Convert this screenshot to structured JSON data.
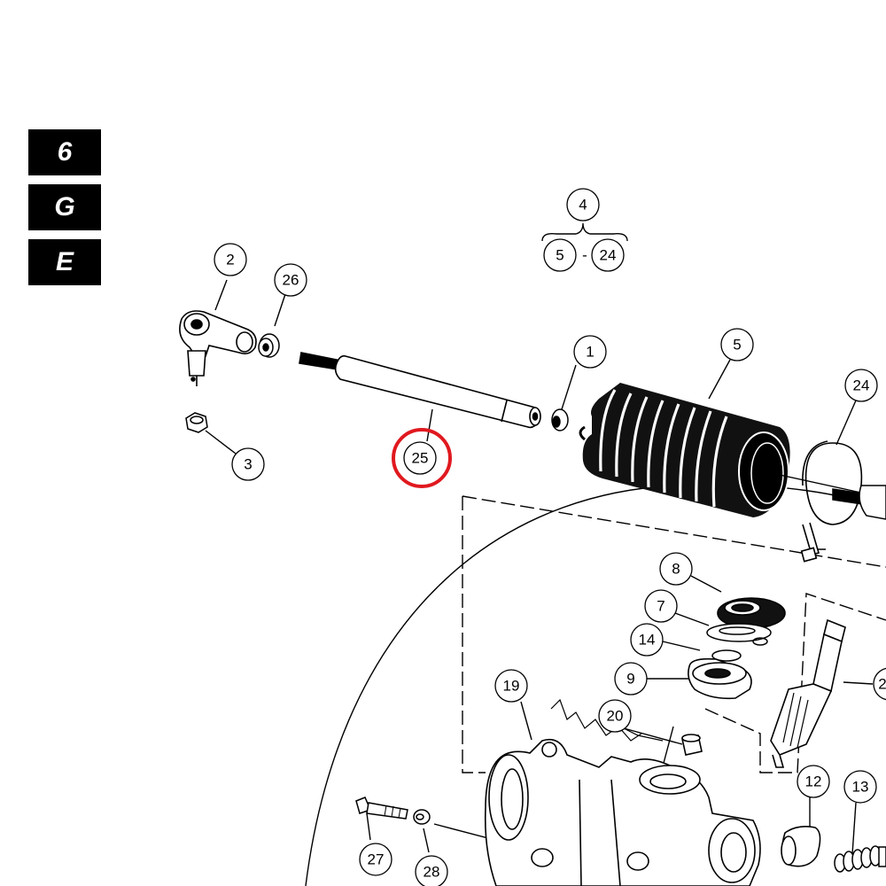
{
  "section_tabs": [
    "6",
    "G",
    "E"
  ],
  "callouts": {
    "c1": "1",
    "c2": "2",
    "c3": "3",
    "c4": "4",
    "c5a": "5",
    "c5b": "5",
    "c7": "7",
    "c8": "8",
    "c9": "9",
    "c12": "12",
    "c13": "13",
    "c14": "14",
    "c19": "19",
    "c20": "20",
    "c21": "2",
    "c24a": "24",
    "c24b": "24",
    "c25": "25",
    "c26": "26",
    "c27": "27",
    "c28": "28"
  },
  "range_separator": "-",
  "highlight": {
    "callout": "25",
    "color": "#e0191f"
  }
}
